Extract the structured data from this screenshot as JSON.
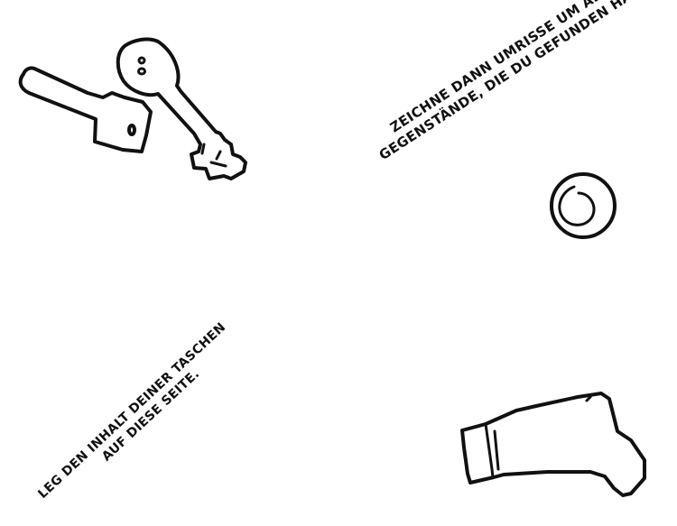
{
  "instructions": {
    "top": {
      "line1": "ZEICHNE DANN UMRISSE UM ALLE",
      "line2": "GEGENSTÄNDE, DIE DU GEFUNDEN HAST."
    },
    "bottom": {
      "line1": "LEG DEN INHALT DEINER TASCHEN",
      "line2": "AUF DIESE SEITE."
    }
  },
  "drawings": [
    "key-outline",
    "second-key-outline",
    "ring-outline",
    "lighter-outline"
  ],
  "colors": {
    "ink": "#111111",
    "paper": "#ffffff"
  }
}
